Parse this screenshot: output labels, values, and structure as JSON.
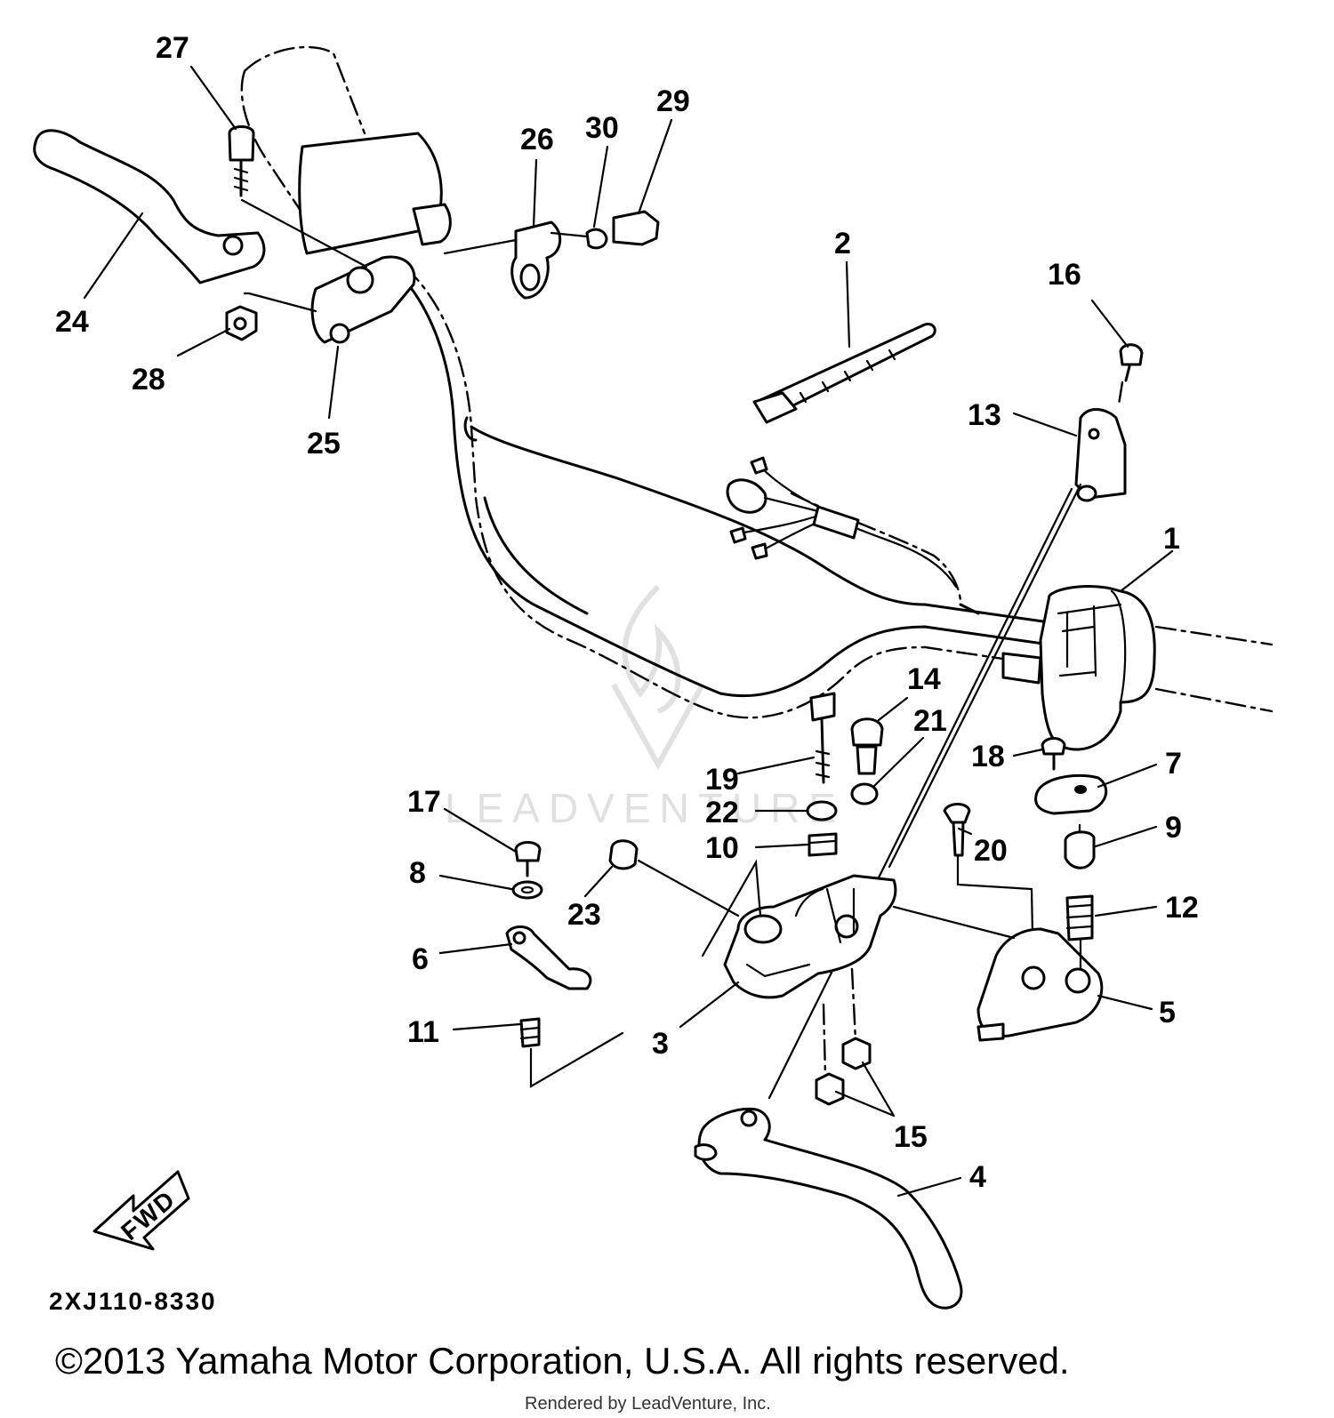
{
  "diagram": {
    "part_numbers": [
      "1",
      "2",
      "3",
      "4",
      "5",
      "6",
      "7",
      "8",
      "9",
      "10",
      "11",
      "12",
      "13",
      "14",
      "15",
      "16",
      "17",
      "18",
      "19",
      "20",
      "21",
      "22",
      "23",
      "24",
      "25",
      "26",
      "27",
      "28",
      "29",
      "30"
    ],
    "fwd_label": "FWD",
    "drawing_code": "2XJ110-8330",
    "watermark": "LEADVENTURE"
  },
  "footer": {
    "copyright": "©2013 Yamaha Motor Corporation, U.S.A. All rights reserved.",
    "rendered_by": "Rendered by LeadVenture, Inc."
  }
}
